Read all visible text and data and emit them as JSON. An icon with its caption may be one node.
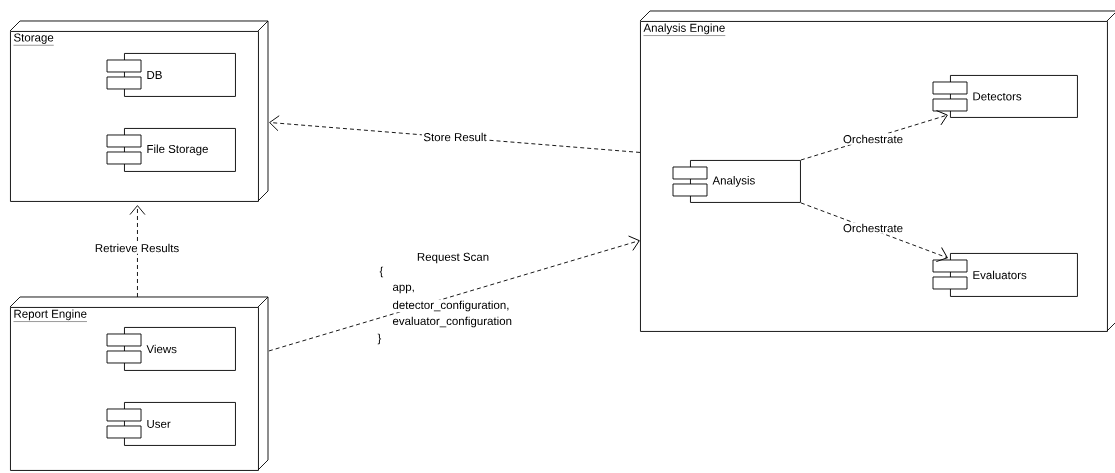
{
  "diagram": {
    "nodes": [
      {
        "text": [
          "Storage"
        ]
      },
      {
        "text": [
          "DB"
        ],
        "in": 0
      },
      {
        "text": [
          "File Storage"
        ],
        "in": 0
      },
      {
        "text": [
          "Report Engine"
        ]
      },
      {
        "text": [
          "Views"
        ],
        "in": 3
      },
      {
        "text": [
          "User"
        ],
        "in": 3
      },
      {
        "text": [
          "Analysis Engine"
        ]
      },
      {
        "text": [
          "Analysis"
        ],
        "in": 6
      },
      {
        "text": [
          "Detectors"
        ],
        "in": 6
      },
      {
        "text": [
          "Evaluators"
        ],
        "in": 6
      }
    ],
    "edges": [
      {
        "from": 6,
        "to": 0,
        "arrow": "to",
        "label": "Store Result",
        "style": "dashed"
      },
      {
        "from": 3,
        "to": 0,
        "arrow": "to",
        "label": "Retrieve Results",
        "style": "dashed"
      },
      {
        "from": 3,
        "to": 6,
        "arrow": "to",
        "label": "Request Scan",
        "style": "dashed"
      },
      {
        "from": 7,
        "to": 8,
        "arrow": "to",
        "label": "Orchestrate",
        "style": "dashed"
      },
      {
        "from": 7,
        "to": 9,
        "arrow": "to",
        "label": "Orchestrate",
        "style": "dashed"
      }
    ],
    "labels": [
      "{",
      "app,",
      "detector_configuration,",
      "evaluator_configuration",
      "}"
    ]
  }
}
